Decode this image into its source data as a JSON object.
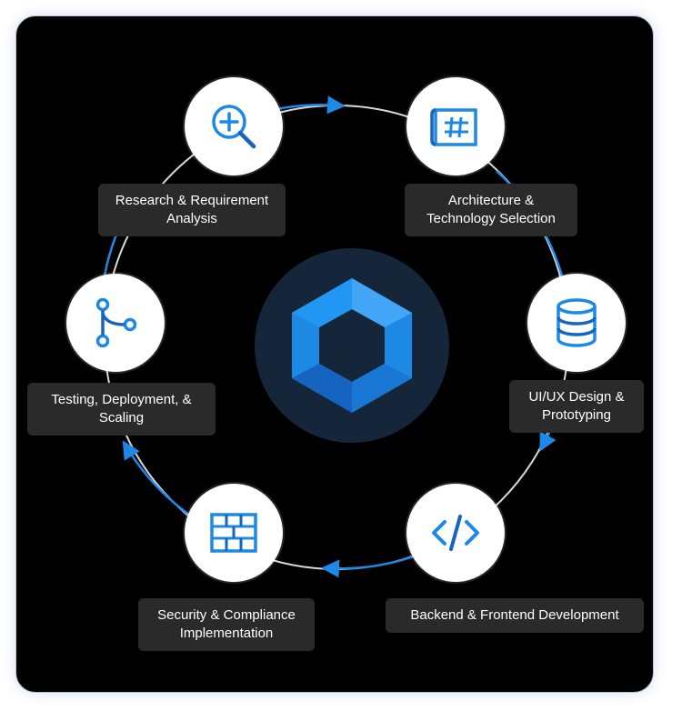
{
  "accent_color": "#1e88e5",
  "hub": {
    "icon": "hexagon-logo-icon"
  },
  "steps": [
    {
      "icon": "search-plus-icon",
      "line1": "Research & Requirement",
      "line2": "Analysis"
    },
    {
      "icon": "blueprint-icon",
      "line1": "Architecture &",
      "line2": "Technology Selection"
    },
    {
      "icon": "database-icon",
      "line1": "UI/UX Design &",
      "line2": "Prototyping"
    },
    {
      "icon": "code-icon",
      "line1": "Backend & Frontend Development",
      "line2": ""
    },
    {
      "icon": "firewall-icon",
      "line1": "Security & Compliance",
      "line2": "Implementation"
    },
    {
      "icon": "git-branch-icon",
      "line1": "Testing, Deployment, &",
      "line2": "Scaling"
    }
  ]
}
